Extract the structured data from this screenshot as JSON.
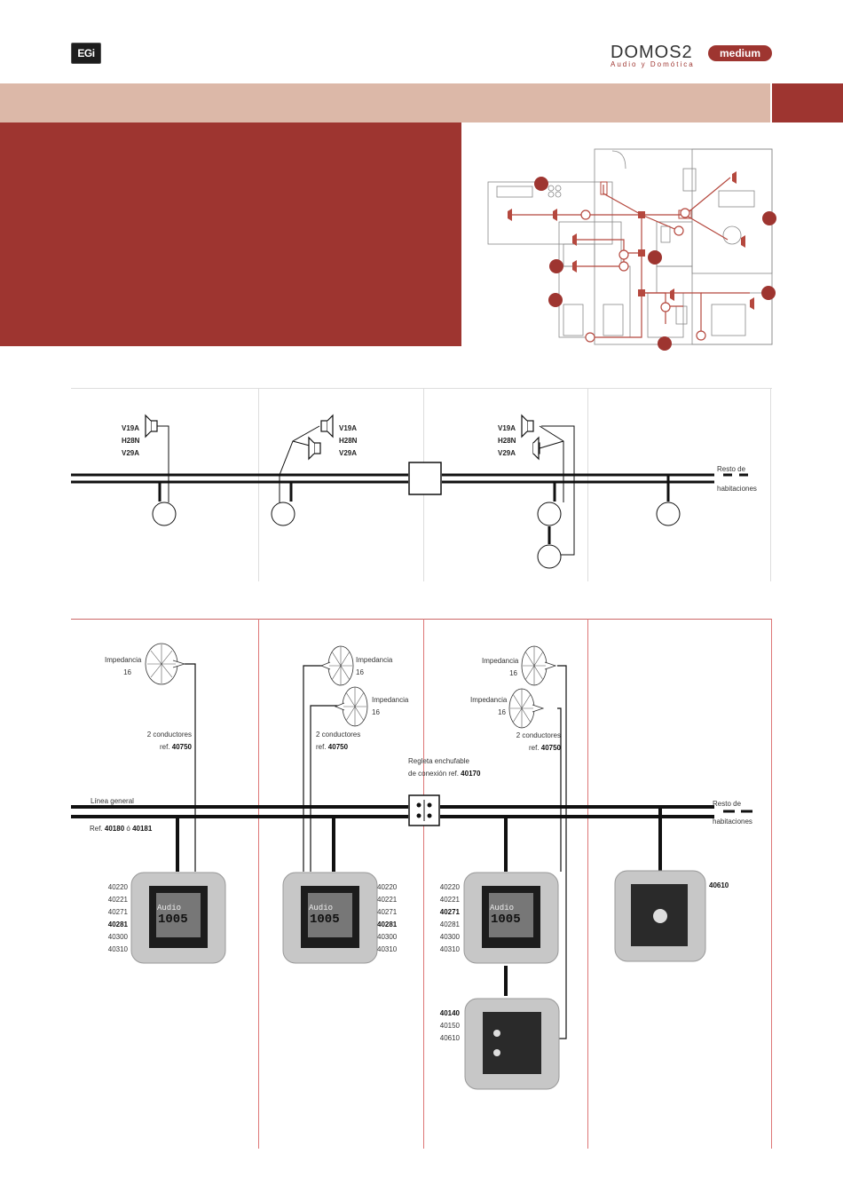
{
  "header": {
    "logo_left": "EGi",
    "brand_name": "DOMOS2",
    "brand_edition": "medium",
    "brand_tagline": "Audio y Domótica"
  },
  "colors": {
    "accent": "#9e3530",
    "band": "#dcb8a8",
    "wire": "#b5483e"
  },
  "scheme1": {
    "models": [
      "V19A",
      "H28N",
      "V29A"
    ],
    "resto": [
      "Resto de",
      "habitaciones"
    ]
  },
  "scheme2": {
    "impedancia": "Impedancia",
    "impedance_value": "16",
    "two_conductors": "2 conductores",
    "ref_prefix": "ref.",
    "ref_cable": "40750",
    "regleta_line1": "Regleta enchufable",
    "regleta_line2": "de conexión ref.",
    "regleta_ref": "40170",
    "linea_general": "Línea general",
    "linea_ref_prefix": "Ref.",
    "linea_ref_a": "40180",
    "linea_ref_or": "ó",
    "linea_ref_b": "40181",
    "resto": [
      "Resto de",
      "habitaciones"
    ],
    "device1_refs": [
      "40220",
      "40221",
      "40271",
      "40281",
      "40300",
      "40310"
    ],
    "device2_refs": [
      "40220",
      "40221",
      "40271",
      "40281",
      "40300",
      "40310"
    ],
    "device3_refs": [
      "40220",
      "40221",
      "40271",
      "40281",
      "40300",
      "40310"
    ],
    "device4_ref": "40610",
    "device5_refs": [
      "40140",
      "40150",
      "40610"
    ],
    "display_top": "Audio",
    "display_main": "1005"
  }
}
